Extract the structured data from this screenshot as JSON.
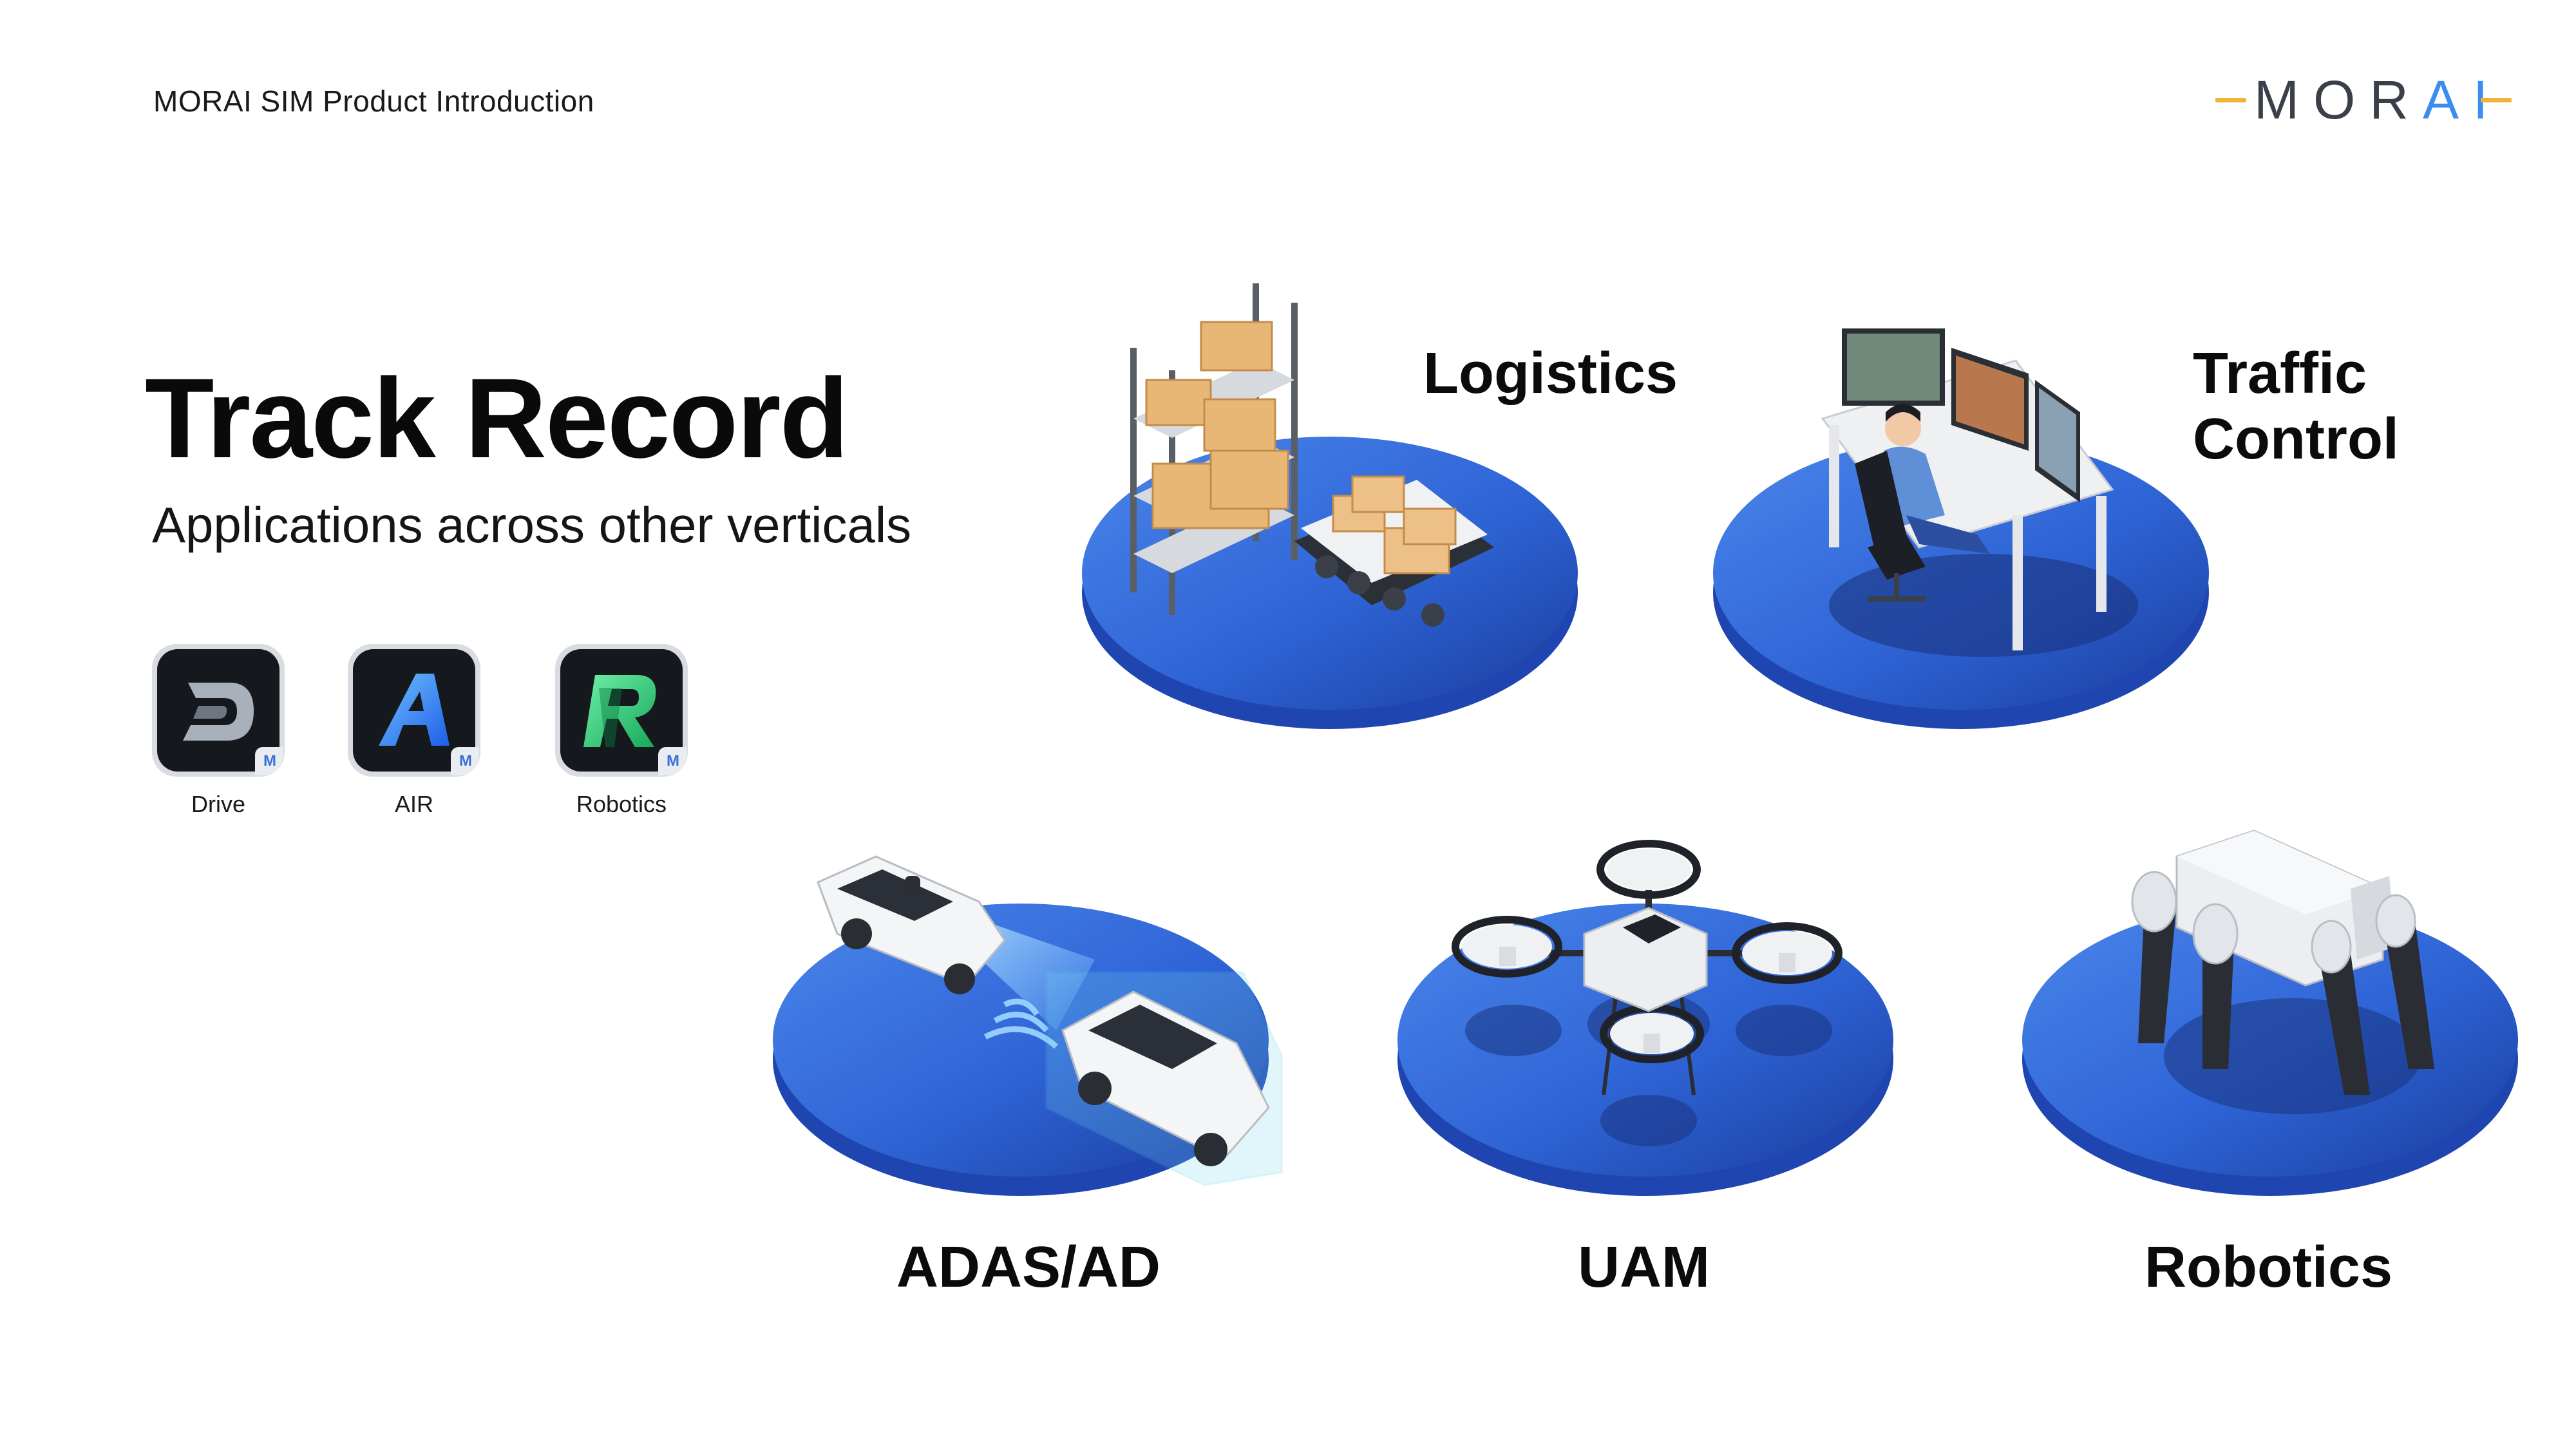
{
  "header": {
    "title": "MORAI SIM Product Introduction"
  },
  "logo": {
    "prefix": "MOR",
    "accent": "AI",
    "accent_color": "#3c8df0",
    "dash_color": "#f0b43a"
  },
  "main": {
    "title": "Track Record",
    "subtitle": "Applications across other verticals"
  },
  "apps": [
    {
      "label": "Drive",
      "letter": "D",
      "icon": "drive-app-icon",
      "color": "#9aa3ad"
    },
    {
      "label": "AIR",
      "letter": "A",
      "icon": "air-app-icon",
      "color": "#2f7cf0"
    },
    {
      "label": "Robotics",
      "letter": "R",
      "icon": "robotics-app-icon",
      "color": "#2fd07a"
    }
  ],
  "verticals": {
    "logistics": {
      "label": "Logistics"
    },
    "traffic": {
      "label_line1": "Traffic",
      "label_line2": "Control"
    },
    "adas": {
      "label": "ADAS/AD"
    },
    "uam": {
      "label": "UAM"
    },
    "robotics": {
      "label": "Robotics"
    }
  },
  "colors": {
    "platform_top": "#2f64d6",
    "platform_side": "#1f46b0",
    "platform_light": "#4a86ea"
  }
}
